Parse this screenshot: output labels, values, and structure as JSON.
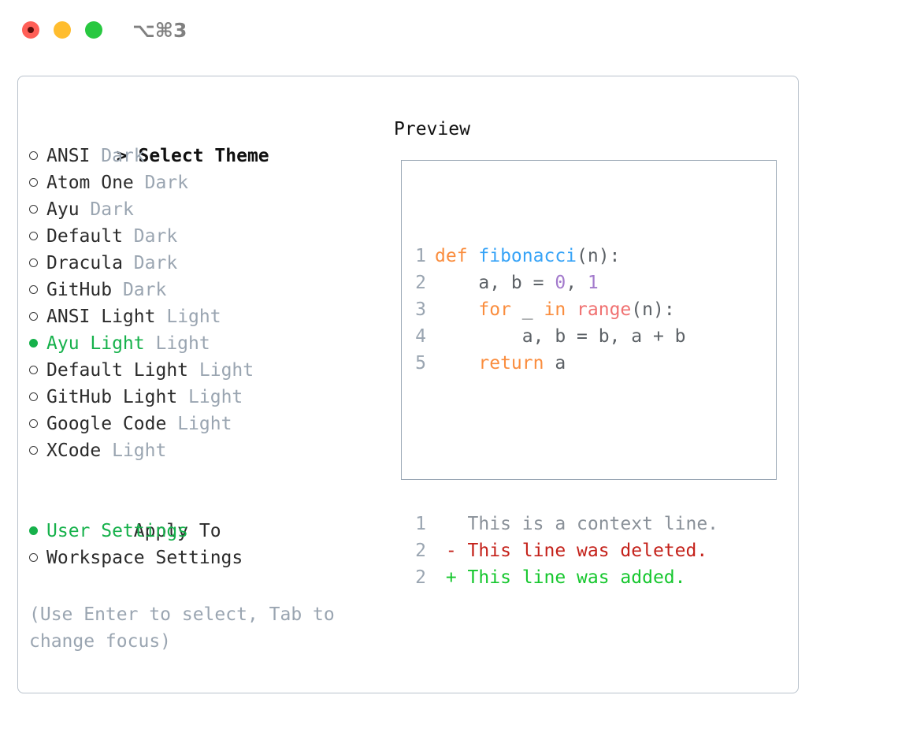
{
  "window": {
    "shortcut": "⌥⌘3",
    "traffic_lights": [
      {
        "name": "close-button",
        "color": "#ff5f57"
      },
      {
        "name": "minimize-button",
        "color": "#ffbd2e"
      },
      {
        "name": "maximize-button",
        "color": "#28c840"
      }
    ]
  },
  "theme_picker": {
    "title": "Select Theme",
    "title_prefix": "> ",
    "items": [
      {
        "label": "ANSI",
        "tag": "Dark",
        "selected": false,
        "marker": "○"
      },
      {
        "label": "Atom One",
        "tag": "Dark",
        "selected": false,
        "marker": "○"
      },
      {
        "label": "Ayu",
        "tag": "Dark",
        "selected": false,
        "marker": "○"
      },
      {
        "label": "Default",
        "tag": "Dark",
        "selected": false,
        "marker": "○"
      },
      {
        "label": "Dracula",
        "tag": "Dark",
        "selected": false,
        "marker": "○"
      },
      {
        "label": "GitHub",
        "tag": "Dark",
        "selected": false,
        "marker": "○"
      },
      {
        "label": "ANSI Light",
        "tag": "Light",
        "selected": false,
        "marker": "○"
      },
      {
        "label": "Ayu Light",
        "tag": "Light",
        "selected": true,
        "marker": "●"
      },
      {
        "label": "Default Light",
        "tag": "Light",
        "selected": false,
        "marker": "○"
      },
      {
        "label": "GitHub Light",
        "tag": "Light",
        "selected": false,
        "marker": "○"
      },
      {
        "label": "Google Code",
        "tag": "Light",
        "selected": false,
        "marker": "○"
      },
      {
        "label": "XCode",
        "tag": "Light",
        "selected": false,
        "marker": "○"
      }
    ]
  },
  "apply_to": {
    "title": "Apply To",
    "items": [
      {
        "label": "User Settings",
        "selected": true,
        "marker": "●"
      },
      {
        "label": "Workspace Settings",
        "selected": false,
        "marker": "○"
      }
    ]
  },
  "hint": "(Use Enter to select, Tab to change focus)",
  "preview": {
    "title": "Preview",
    "code_lines": [
      {
        "number": "1",
        "tokens": [
          {
            "text": "def ",
            "type": "kw"
          },
          {
            "text": "fibonacci",
            "type": "fn"
          },
          {
            "text": "(n):",
            "type": "pl"
          }
        ]
      },
      {
        "number": "2",
        "tokens": [
          {
            "text": "    a, b = ",
            "type": "id"
          },
          {
            "text": "0",
            "type": "num"
          },
          {
            "text": ", ",
            "type": "id"
          },
          {
            "text": "1",
            "type": "num"
          }
        ]
      },
      {
        "number": "3",
        "tokens": [
          {
            "text": "    ",
            "type": "pl"
          },
          {
            "text": "for",
            "type": "kw"
          },
          {
            "text": " _ ",
            "type": "id"
          },
          {
            "text": "in",
            "type": "kw"
          },
          {
            "text": " ",
            "type": "id"
          },
          {
            "text": "range",
            "type": "bi"
          },
          {
            "text": "(n):",
            "type": "pl"
          }
        ]
      },
      {
        "number": "4",
        "tokens": [
          {
            "text": "        a, b = b, a + b",
            "type": "id"
          }
        ]
      },
      {
        "number": "5",
        "tokens": [
          {
            "text": "    ",
            "type": "pl"
          },
          {
            "text": "return",
            "type": "kw"
          },
          {
            "text": " a",
            "type": "id"
          }
        ]
      }
    ],
    "diff_lines": [
      {
        "number": "1",
        "sign": " ",
        "text": "This is a context line.",
        "type": "ctx"
      },
      {
        "number": "2",
        "sign": "-",
        "text": "This line was deleted.",
        "type": "del"
      },
      {
        "number": "2",
        "sign": "+",
        "text": "This line was added.",
        "type": "add"
      }
    ]
  },
  "colors": {
    "accent_green": "#16b14b",
    "muted": "#9aa5b1",
    "keyword": "#fa8d3e",
    "function": "#36a3f7",
    "number": "#a37acc",
    "builtin": "#f07171",
    "diff_add": "#16c72e",
    "diff_del": "#c4211a"
  }
}
